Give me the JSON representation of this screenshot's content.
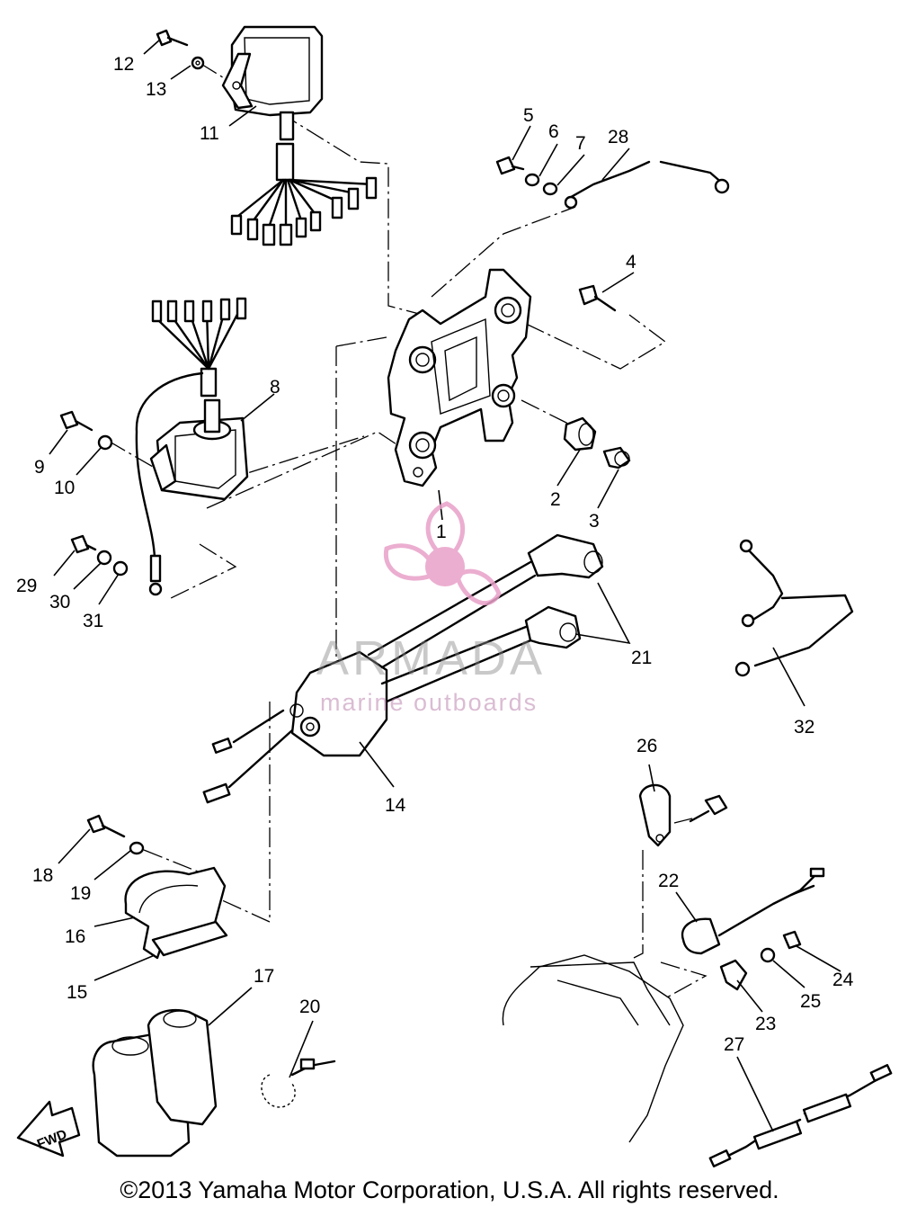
{
  "callouts": [
    {
      "id": "1",
      "text": "1"
    },
    {
      "id": "2",
      "text": "2"
    },
    {
      "id": "3",
      "text": "3"
    },
    {
      "id": "4",
      "text": "4"
    },
    {
      "id": "5",
      "text": "5"
    },
    {
      "id": "6",
      "text": "6"
    },
    {
      "id": "7",
      "text": "7"
    },
    {
      "id": "8",
      "text": "8"
    },
    {
      "id": "9",
      "text": "9"
    },
    {
      "id": "10",
      "text": "10"
    },
    {
      "id": "11",
      "text": "11"
    },
    {
      "id": "12",
      "text": "12"
    },
    {
      "id": "13",
      "text": "13"
    },
    {
      "id": "14",
      "text": "14"
    },
    {
      "id": "15",
      "text": "15"
    },
    {
      "id": "16",
      "text": "16"
    },
    {
      "id": "17",
      "text": "17"
    },
    {
      "id": "18",
      "text": "18"
    },
    {
      "id": "19",
      "text": "19"
    },
    {
      "id": "20",
      "text": "20"
    },
    {
      "id": "21",
      "text": "21"
    },
    {
      "id": "22",
      "text": "22"
    },
    {
      "id": "23",
      "text": "23"
    },
    {
      "id": "24",
      "text": "24"
    },
    {
      "id": "25",
      "text": "25"
    },
    {
      "id": "26",
      "text": "26"
    },
    {
      "id": "27",
      "text": "27"
    },
    {
      "id": "28",
      "text": "28"
    },
    {
      "id": "29",
      "text": "29"
    },
    {
      "id": "30",
      "text": "30"
    },
    {
      "id": "31",
      "text": "31"
    },
    {
      "id": "32",
      "text": "32"
    }
  ],
  "fwd_label": "FWD",
  "watermark": {
    "brand": "ARMADA",
    "tagline": "marine outboards",
    "logo_icon": "propeller-logo-icon",
    "color_pink": "#e8a0c8",
    "color_gray": "#8a8a8a"
  },
  "copyright": "©2013 Yamaha Motor Corporation, U.S.A. All rights reserved."
}
